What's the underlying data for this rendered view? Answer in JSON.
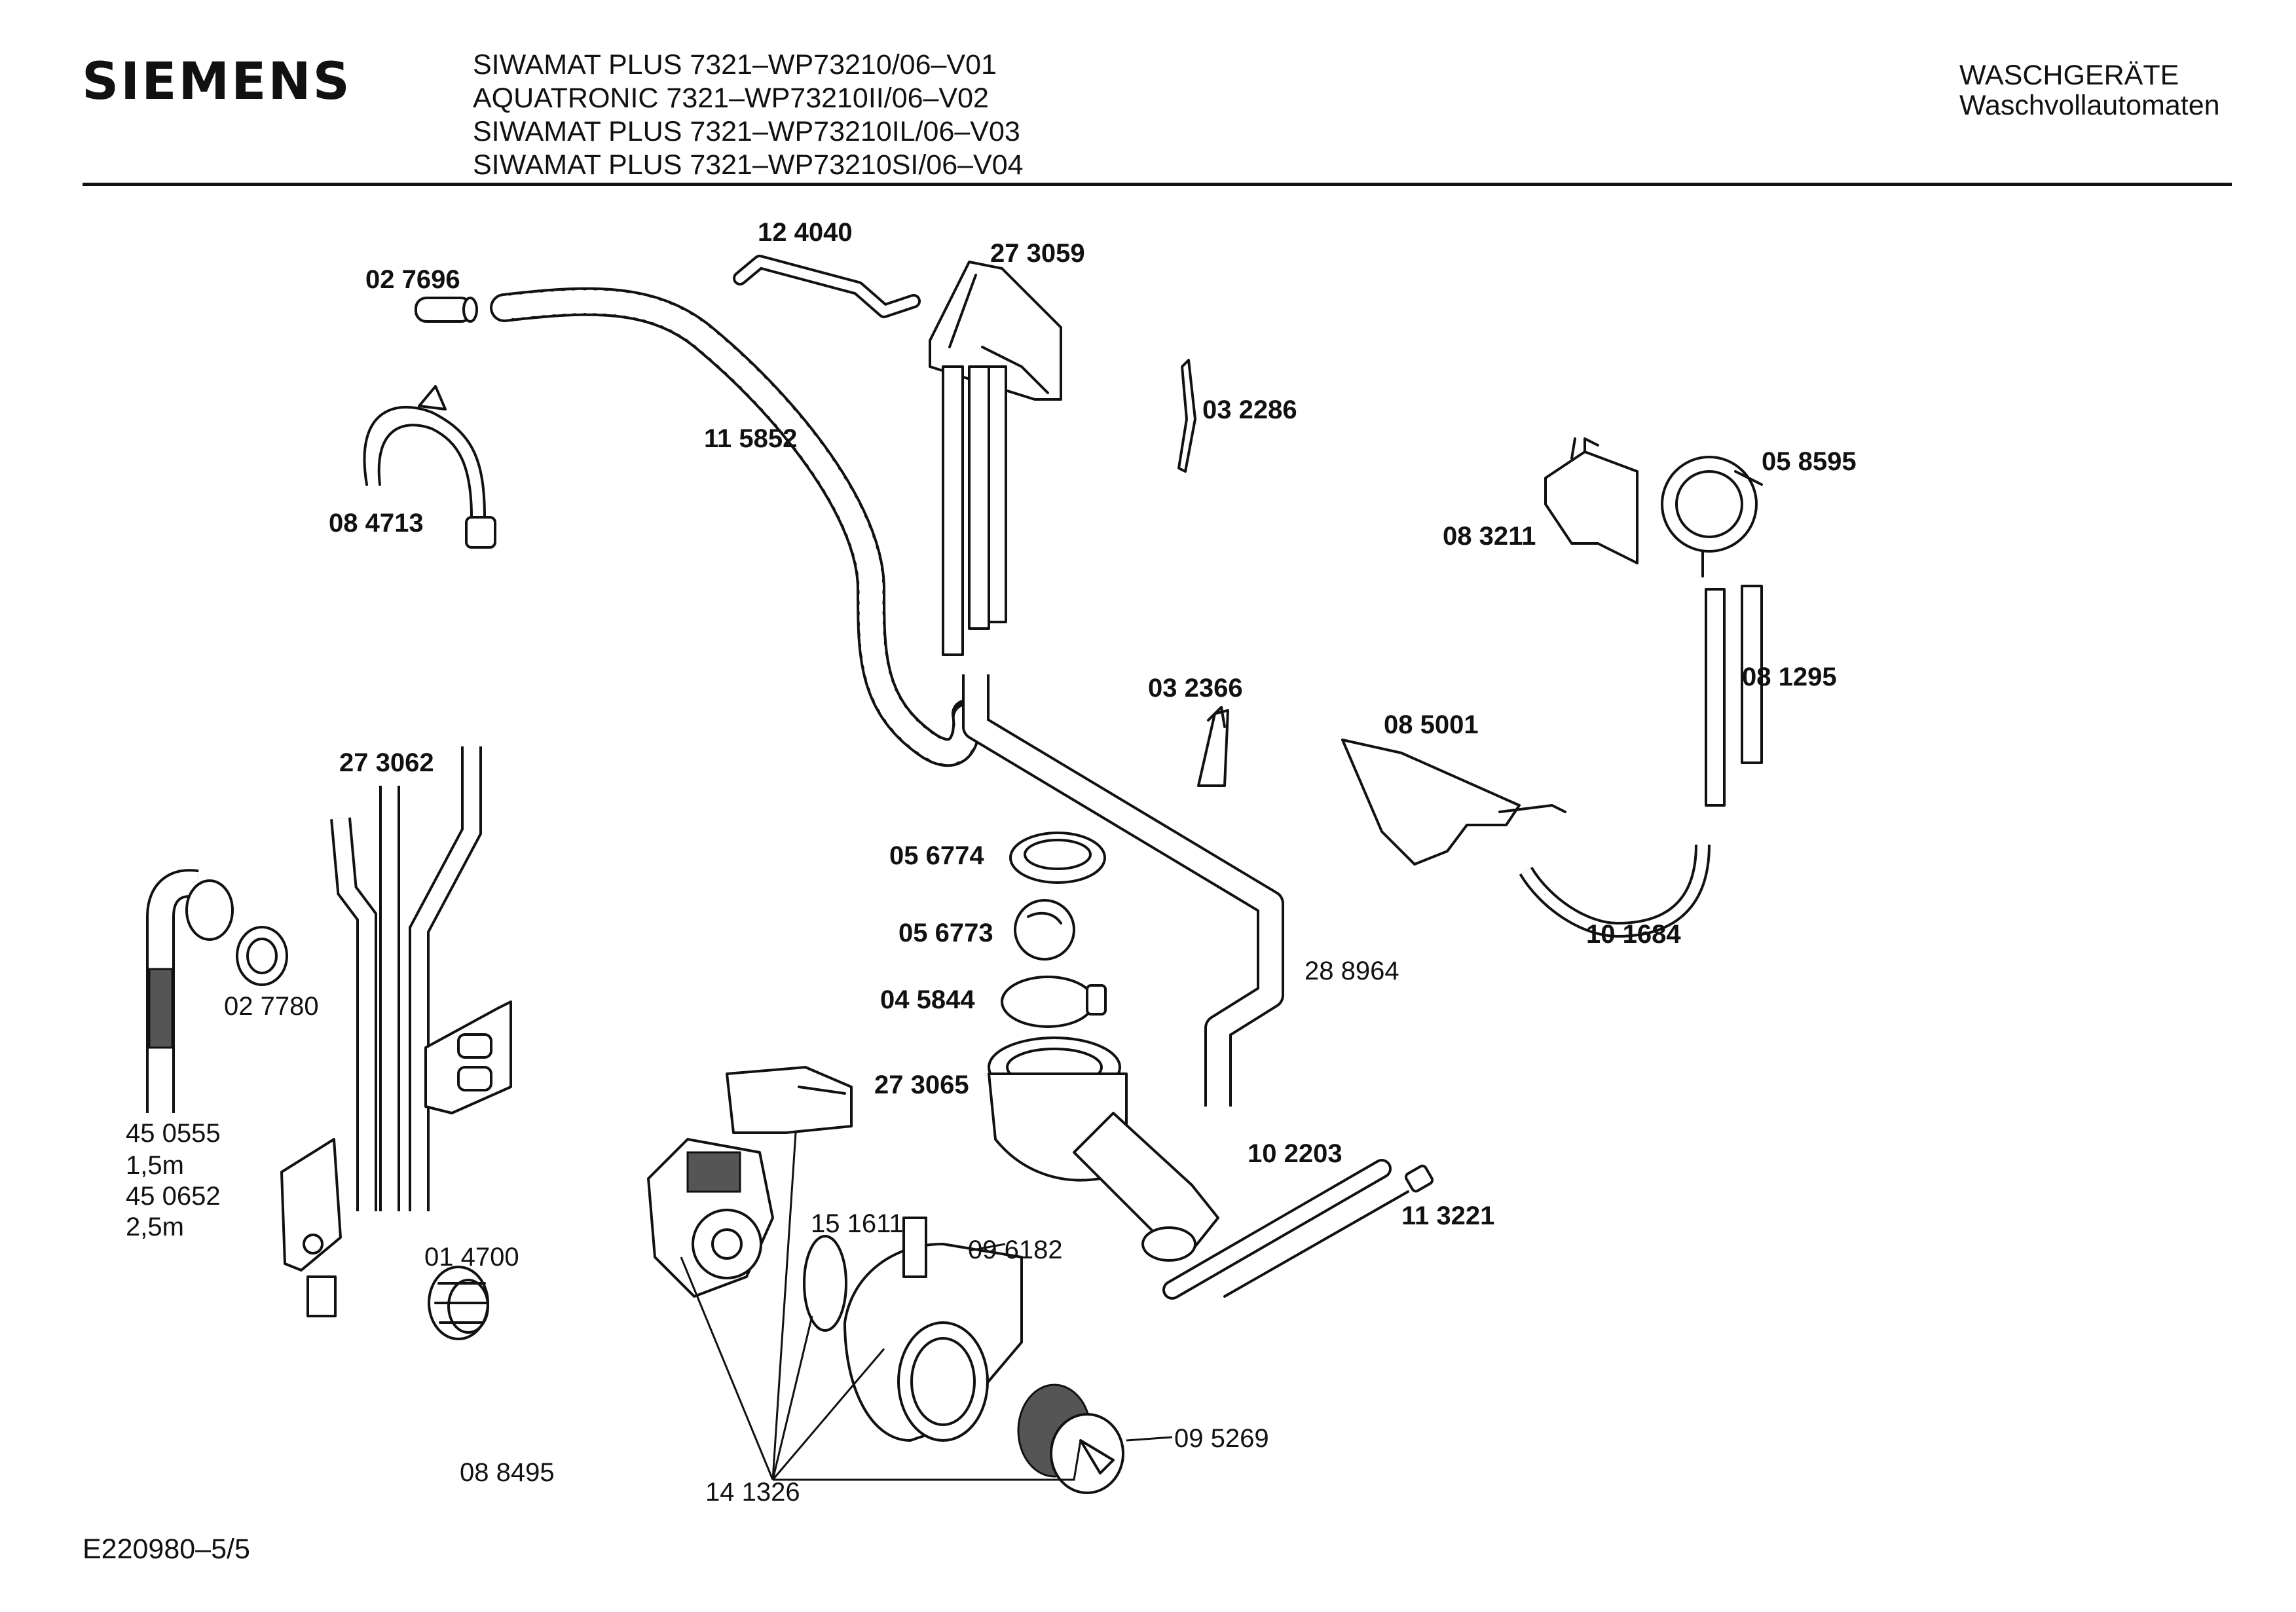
{
  "header": {
    "brand": "SIEMENS",
    "models": [
      "SIWAMAT PLUS 7321–WP73210/06–V01",
      "AQUATRONIC 7321–WP73210II/06–V02",
      "SIWAMAT PLUS 7321–WP73210IL/06–V03",
      "SIWAMAT PLUS 7321–WP73210SI/06–V04"
    ],
    "category_line1": "WASCHGERÄTE",
    "category_line2": "Waschvollautomaten"
  },
  "parts": {
    "p027696": "02 7696",
    "p084713": "08 4713",
    "p124040": "12 4040",
    "p273059": "27 3059",
    "p115852": "11 5852",
    "p032286": "03 2286",
    "p058595": "05 8595",
    "p083211": "08 3211",
    "p081295": "08 1295",
    "p032366": "03 2366",
    "p085001": "08 5001",
    "p273062": "27 3062",
    "p056774": "05 6774",
    "p056773": "05 6773",
    "p045844": "04 5844",
    "p289864": "28 8964",
    "p101684": "10 1684",
    "p027780": "02 7780",
    "p450555": "45 0555",
    "len1": "1,5m",
    "p450652": "45 0652",
    "len2": "2,5m",
    "p273065": "27 3065",
    "p102203": "10 2203",
    "p113221": "11 3221",
    "p151611": "15 1611",
    "p096182": "09 6182",
    "p014700": "01 4700",
    "p095269": "09 5269",
    "p088495": "08 8495",
    "p141326": "14 1326"
  },
  "footer": {
    "doc_id": "E220980–5/5"
  }
}
